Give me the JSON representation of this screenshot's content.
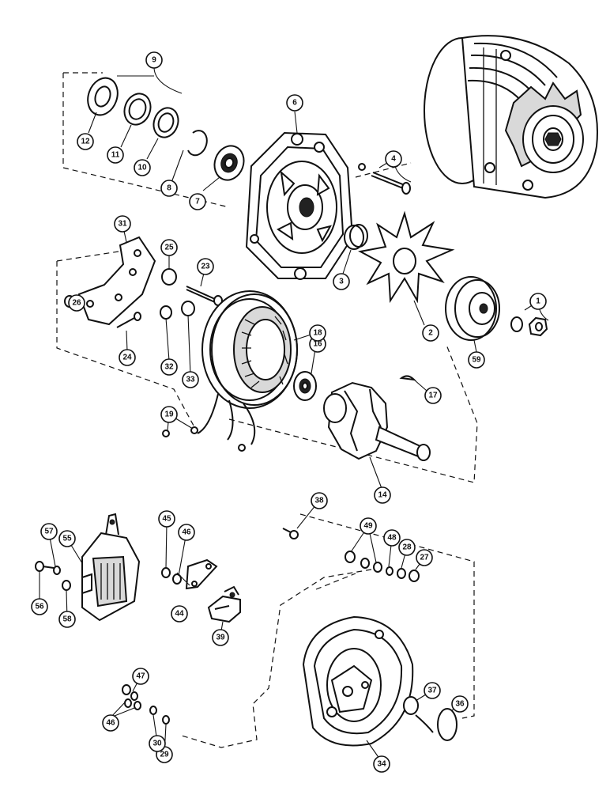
{
  "callouts": [
    {
      "id": "c1",
      "label": "1"
    },
    {
      "id": "c2",
      "label": "2"
    },
    {
      "id": "c3",
      "label": "3"
    },
    {
      "id": "c4",
      "label": "4"
    },
    {
      "id": "c6",
      "label": "6"
    },
    {
      "id": "c7",
      "label": "7"
    },
    {
      "id": "c8",
      "label": "8"
    },
    {
      "id": "c9",
      "label": "9"
    },
    {
      "id": "c10",
      "label": "10"
    },
    {
      "id": "c11",
      "label": "11"
    },
    {
      "id": "c12",
      "label": "12"
    },
    {
      "id": "c14",
      "label": "14"
    },
    {
      "id": "c16",
      "label": "16"
    },
    {
      "id": "c17",
      "label": "17"
    },
    {
      "id": "c18",
      "label": "18"
    },
    {
      "id": "c19",
      "label": "19"
    },
    {
      "id": "c23",
      "label": "23"
    },
    {
      "id": "c24",
      "label": "24"
    },
    {
      "id": "c25",
      "label": "25"
    },
    {
      "id": "c26",
      "label": "26"
    },
    {
      "id": "c27",
      "label": "27"
    },
    {
      "id": "c28",
      "label": "28"
    },
    {
      "id": "c29",
      "label": "29"
    },
    {
      "id": "c30",
      "label": "30"
    },
    {
      "id": "c31",
      "label": "31"
    },
    {
      "id": "c32",
      "label": "32"
    },
    {
      "id": "c33",
      "label": "33"
    },
    {
      "id": "c34",
      "label": "34"
    },
    {
      "id": "c36",
      "label": "36"
    },
    {
      "id": "c37",
      "label": "37"
    },
    {
      "id": "c38",
      "label": "38"
    },
    {
      "id": "c39",
      "label": "39"
    },
    {
      "id": "c44",
      "label": "44"
    },
    {
      "id": "c45",
      "label": "45"
    },
    {
      "id": "c46a",
      "label": "46"
    },
    {
      "id": "c46b",
      "label": "46"
    },
    {
      "id": "c47",
      "label": "47"
    },
    {
      "id": "c48",
      "label": "48"
    },
    {
      "id": "c49",
      "label": "49"
    },
    {
      "id": "c55",
      "label": "55"
    },
    {
      "id": "c56",
      "label": "56"
    },
    {
      "id": "c57",
      "label": "57"
    },
    {
      "id": "c58",
      "label": "58"
    },
    {
      "id": "c59",
      "label": "59"
    }
  ]
}
